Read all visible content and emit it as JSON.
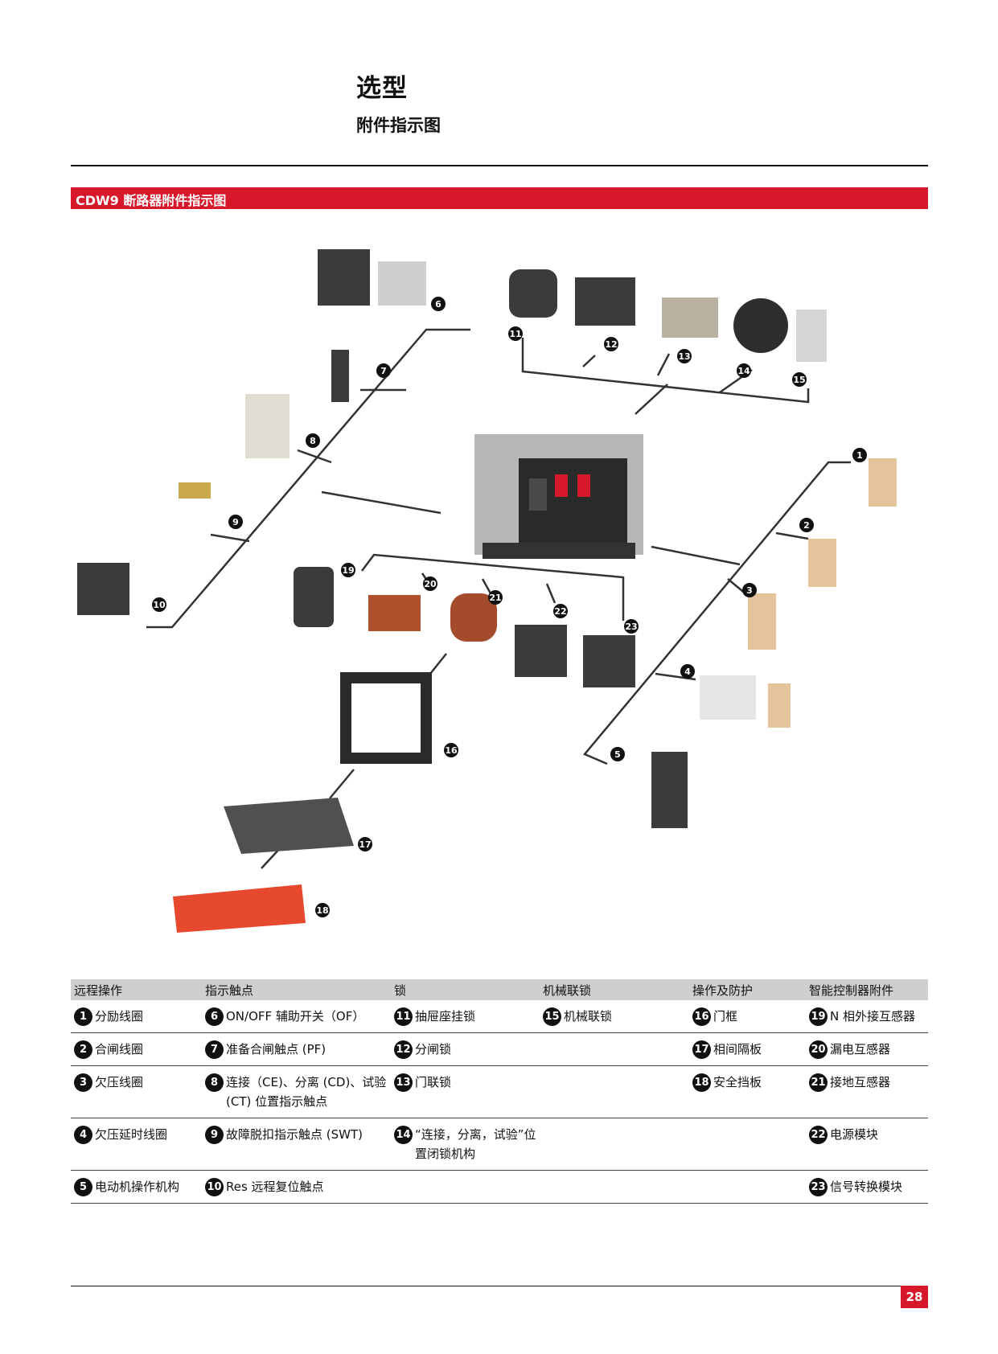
{
  "header": {
    "title": "选型",
    "subtitle": "附件指示图"
  },
  "banner": {
    "title": "CDW9 断路器附件指示图"
  },
  "diagram": {
    "callouts": [
      "1",
      "2",
      "3",
      "4",
      "5",
      "6",
      "7",
      "8",
      "9",
      "10",
      "11",
      "12",
      "13",
      "14",
      "15",
      "16",
      "17",
      "18",
      "19",
      "20",
      "21",
      "22",
      "23"
    ]
  },
  "table": {
    "headers": [
      "远程操作",
      "指示触点",
      "锁",
      "机械联锁",
      "操作及防护",
      "智能控制器附件"
    ],
    "rows": [
      [
        {
          "n": "1",
          "t": "分励线圈"
        },
        {
          "n": "6",
          "t": "ON/OFF 辅助开关（OF）"
        },
        {
          "n": "11",
          "t": "抽屉座挂锁"
        },
        {
          "n": "15",
          "t": "机械联锁"
        },
        {
          "n": "16",
          "t": "门框"
        },
        {
          "n": "19",
          "t": "N 相外接互感器"
        }
      ],
      [
        {
          "n": "2",
          "t": "合闸线圈"
        },
        {
          "n": "7",
          "t": "准备合闸触点 (PF)"
        },
        {
          "n": "12",
          "t": "分闸锁"
        },
        {
          "n": "",
          "t": ""
        },
        {
          "n": "17",
          "t": "相间隔板"
        },
        {
          "n": "20",
          "t": "漏电互感器"
        }
      ],
      [
        {
          "n": "3",
          "t": "欠压线圈"
        },
        {
          "n": "8",
          "t": "连接（CE)、分离 (CD)、试验 (CT) 位置指示触点"
        },
        {
          "n": "13",
          "t": "门联锁"
        },
        {
          "n": "",
          "t": ""
        },
        {
          "n": "18",
          "t": "安全挡板"
        },
        {
          "n": "21",
          "t": "接地互感器"
        }
      ],
      [
        {
          "n": "4",
          "t": "欠压延时线圈"
        },
        {
          "n": "9",
          "t": "故障脱扣指示触点 (SWT)"
        },
        {
          "n": "14",
          "t": "“连接，分离，试验”位置闭锁机构"
        },
        {
          "n": "",
          "t": ""
        },
        {
          "n": "",
          "t": ""
        },
        {
          "n": "22",
          "t": "电源模块"
        }
      ],
      [
        {
          "n": "5",
          "t": "电动机操作机构"
        },
        {
          "n": "10",
          "t": "Res 远程复位触点"
        },
        {
          "n": "",
          "t": ""
        },
        {
          "n": "",
          "t": ""
        },
        {
          "n": "",
          "t": ""
        },
        {
          "n": "23",
          "t": "信号转换模块"
        }
      ]
    ]
  },
  "footer": {
    "page": "28"
  },
  "colors": {
    "accent": "#d7182a",
    "header_gray": "#cfcfcf"
  }
}
